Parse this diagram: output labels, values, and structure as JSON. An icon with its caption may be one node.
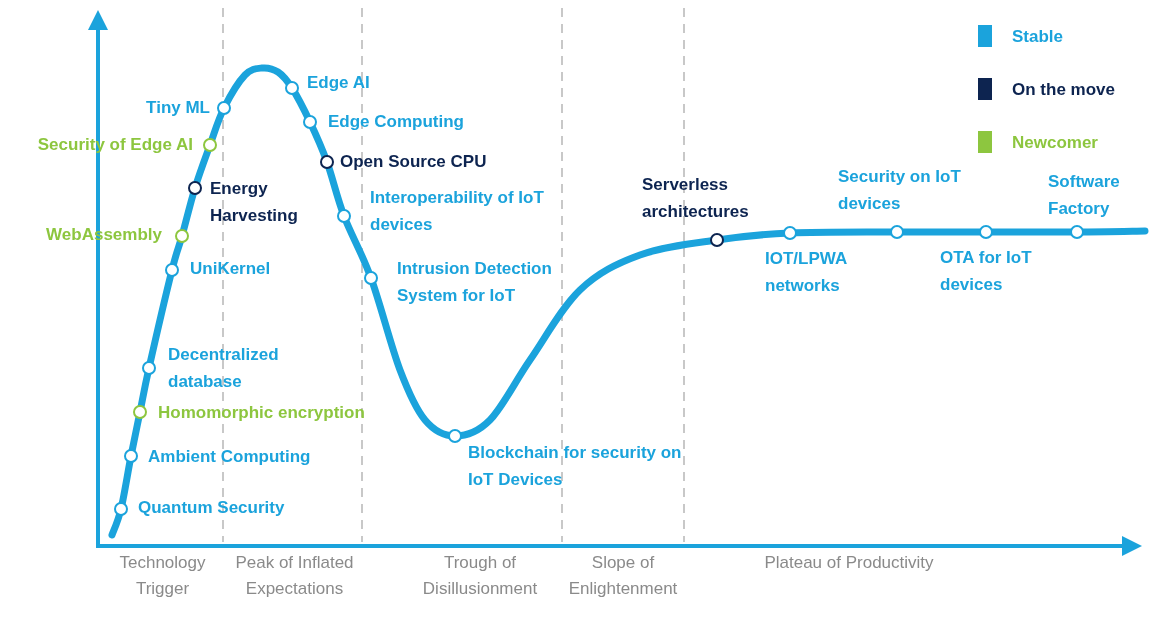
{
  "diagram": {
    "nodes": [
      {
        "text": [],
        "shape": "circle",
        "beside": [
          "Quantum Security"
        ]
      },
      {
        "text": [],
        "shape": "circle",
        "beside": [
          "Ambient Computing"
        ]
      },
      {
        "text": [],
        "shape": "circle",
        "beside": [
          "Homomorphic encryption"
        ]
      },
      {
        "text": [],
        "shape": "circle",
        "beside": [
          "Decentralized database"
        ]
      },
      {
        "text": [],
        "shape": "circle",
        "beside": [
          "UniKernel"
        ]
      },
      {
        "text": [],
        "shape": "circle",
        "beside": [
          "WebAssembly"
        ]
      },
      {
        "text": [],
        "shape": "circle",
        "beside": [
          "Energy Harvesting"
        ]
      },
      {
        "text": [],
        "shape": "circle",
        "beside": [
          "Security of Edge AI"
        ]
      },
      {
        "text": [],
        "shape": "circle",
        "beside": [
          "Tiny ML"
        ]
      },
      {
        "text": [],
        "shape": "circle",
        "beside": [
          "Edge AI"
        ]
      },
      {
        "text": [],
        "shape": "circle",
        "beside": [
          "Edge Computing"
        ]
      },
      {
        "text": [],
        "shape": "circle",
        "beside": [
          "Open Source CPU"
        ]
      },
      {
        "text": [],
        "shape": "circle",
        "beside": [
          "Interoperability of IoT devices"
        ]
      },
      {
        "text": [],
        "shape": "circle",
        "beside": [
          "Intrusion Detection System for IoT"
        ]
      },
      {
        "text": [],
        "shape": "circle",
        "beside": [
          "Blockchain for security on IoT Devices"
        ]
      },
      {
        "text": [],
        "shape": "circle",
        "beside": [
          "Serverless architectures"
        ]
      },
      {
        "text": [],
        "shape": "circle",
        "beside": [
          "IOT/LPWA networks"
        ]
      },
      {
        "text": [],
        "shape": "circle",
        "beside": [
          "Security on IoT devices"
        ]
      },
      {
        "text": [],
        "shape": "circle",
        "beside": [
          "OTA for IoT devices"
        ]
      },
      {
        "text": [],
        "shape": "circle",
        "beside": [
          "Software Factory"
        ]
      }
    ],
    "labels": [
      "Technology Trigger",
      "Peak of Inflated Expectations",
      "Trough of Disillusionment",
      "Slope of Enlightenment",
      "Plateau of Productivity"
    ],
    "legend": [
      {
        "text": "Stable",
        "color": "#1ba3dc"
      },
      {
        "text": "On the move",
        "color": "#0d2450"
      },
      {
        "text": "Newcomer",
        "color": "#8dc63f"
      }
    ]
  }
}
